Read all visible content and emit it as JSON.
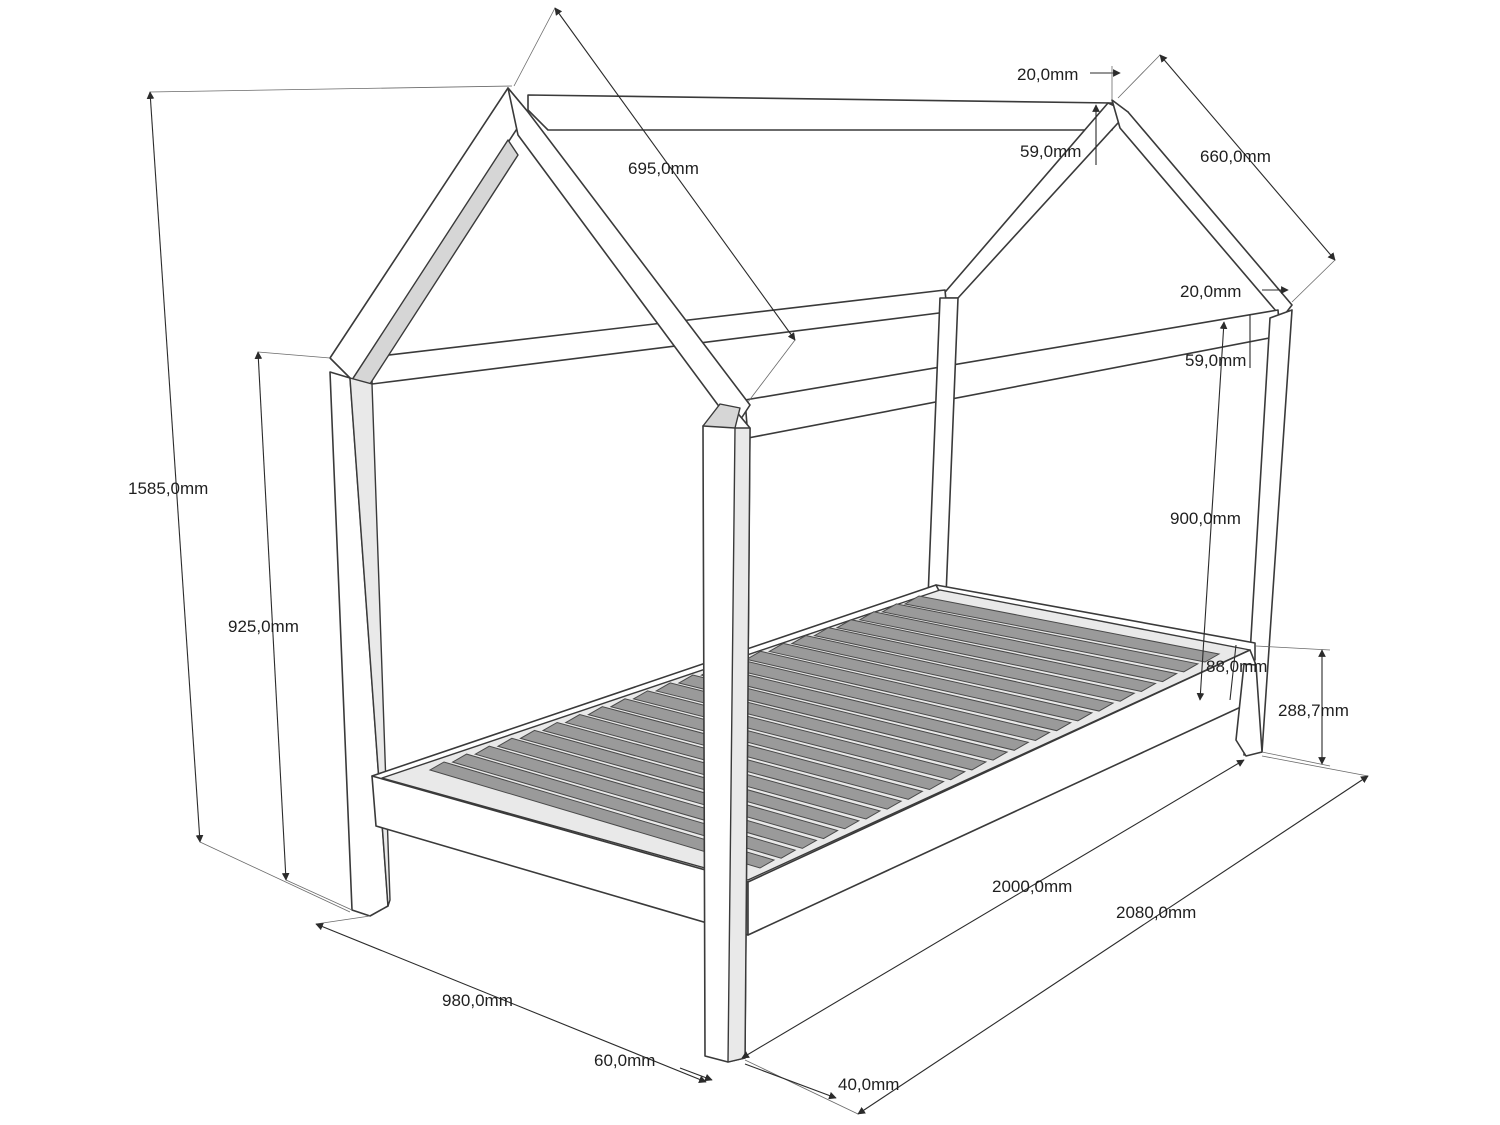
{
  "dimensions": {
    "total_height": "1585,0mm",
    "side_height": "925,0mm",
    "gable_length": "695,0mm",
    "ridge_beam_width_top": "20,0mm",
    "ridge_beam_height_top": "59,0mm",
    "roof_slope_rear": "660,0mm",
    "rail_width_right": "20,0mm",
    "rail_height_right": "59,0mm",
    "inner_height": "900,0mm",
    "side_rail_offset": "88,0mm",
    "leg_height": "288,7mm",
    "inner_length": "2000,0mm",
    "total_length": "2080,0mm",
    "total_width": "980,0mm",
    "post_width": "60,0mm",
    "post_depth": "40,0mm"
  },
  "colors": {
    "frame": "#ffffff",
    "slat": "#9a9a9a",
    "outline": "#3a3a3a"
  }
}
